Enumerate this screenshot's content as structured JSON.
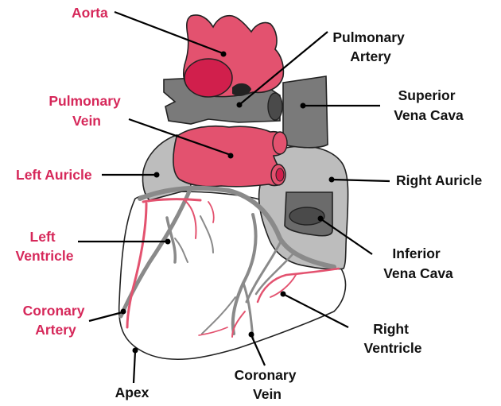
{
  "colors": {
    "red_label": "#d6285a",
    "black_label": "#111111",
    "artery_fill": "#e3526f",
    "vessel_grey": "#8a8a8a",
    "auricle_grey": "#bdbdbd",
    "outline": "#222222"
  },
  "labels": {
    "aorta": [
      "Aorta"
    ],
    "pulmonary_artery": [
      "Pulmonary",
      "Artery"
    ],
    "pulmonary_vein": [
      "Pulmonary",
      "Vein"
    ],
    "superior_vena_cava": [
      "Superior",
      "Vena Cava"
    ],
    "left_auricle": [
      "Left Auricle"
    ],
    "right_auricle": [
      "Right Auricle"
    ],
    "left_ventricle": [
      "Left",
      "Ventricle"
    ],
    "inferior_vena_cava": [
      "Inferior",
      "Vena Cava"
    ],
    "coronary_artery": [
      "Coronary",
      "Artery"
    ],
    "right_ventricle": [
      "Right",
      "Ventricle"
    ],
    "coronary_vein": [
      "Coronary",
      "Vein"
    ],
    "apex": [
      "Apex"
    ]
  }
}
